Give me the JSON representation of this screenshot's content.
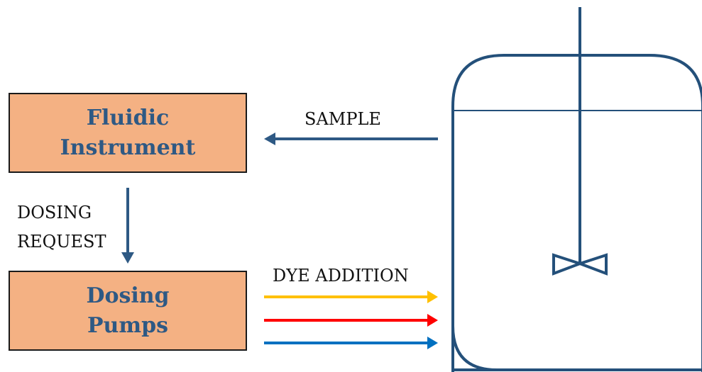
{
  "boxes": {
    "fluidic_instrument": {
      "line1": "Fluidic",
      "line2": "Instrument"
    },
    "dosing_pumps": {
      "line1": "Dosing",
      "line2": "Pumps"
    }
  },
  "labels": {
    "sample": "SAMPLE",
    "dosing_request_line1": "DOSING",
    "dosing_request_line2": "REQUEST",
    "dye_addition": "DYE ADDITION"
  },
  "colors": {
    "box_fill": "#f4b183",
    "box_text": "#2e5984",
    "arrow": "#2e5984",
    "vessel": "#24507a",
    "dye_yellow": "#ffc000",
    "dye_red": "#ff0000",
    "dye_blue": "#0070c0"
  }
}
